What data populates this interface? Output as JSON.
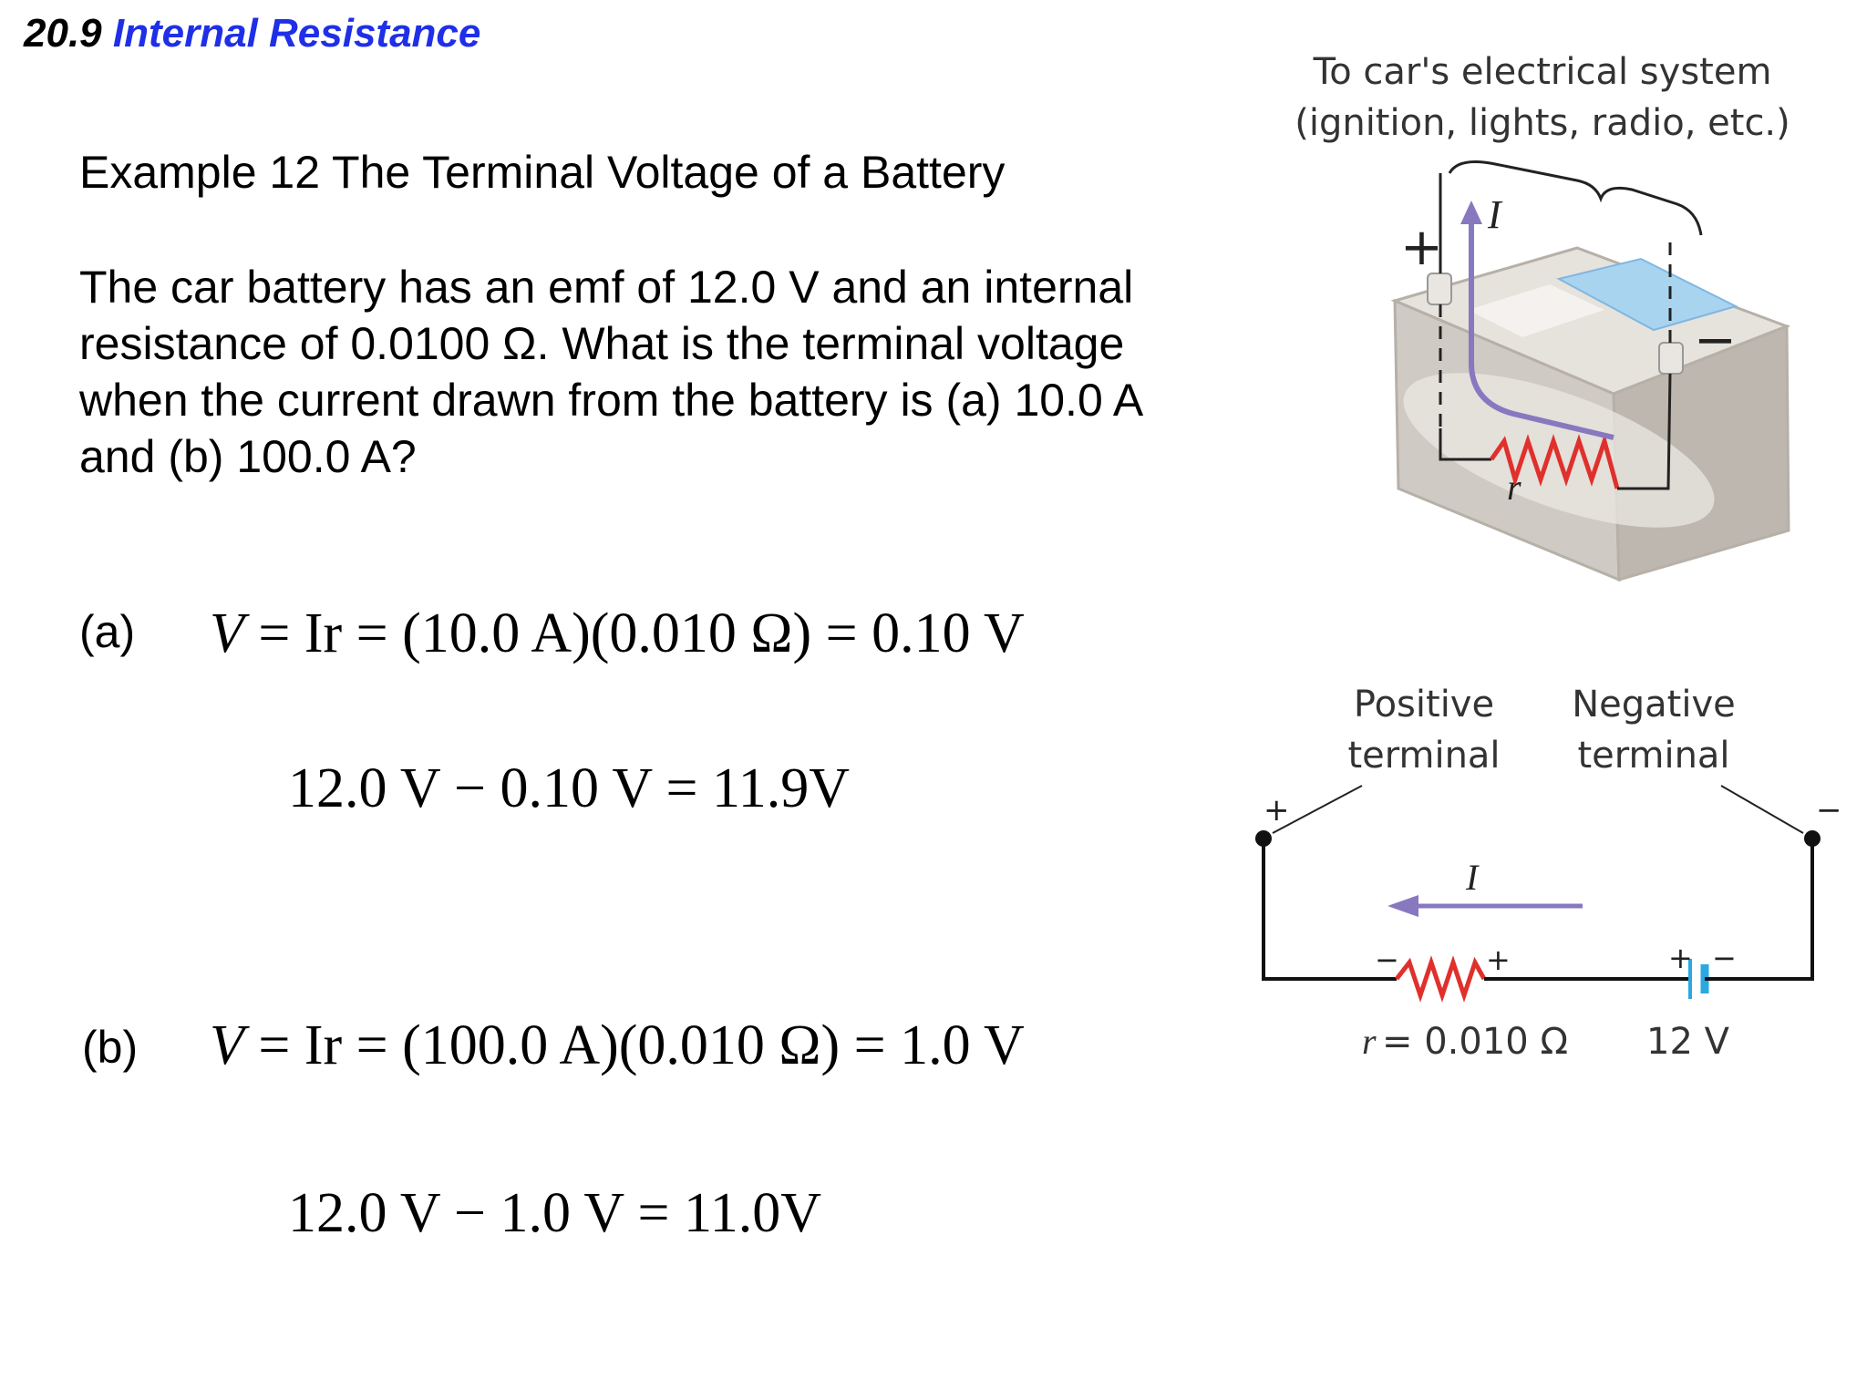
{
  "heading": {
    "number": "20.9",
    "title": "Internal Resistance"
  },
  "example": {
    "title": "Example 12  The Terminal Voltage of a Battery",
    "problem_lines": [
      "The car battery has an emf of 12.0 V and an internal",
      "resistance of 0.0100 Ω.  What is the terminal voltage",
      "when the current drawn from the battery is (a) 10.0 A",
      "and (b) 100.0 A?"
    ]
  },
  "part_a": {
    "label": "(a)",
    "eq1": {
      "lhs": "V",
      "mid": "= Ir =",
      "rhs": "(10.0 A)(0.010 Ω) = 0.10 V"
    },
    "eq2": "12.0 V − 0.10 V = 11.9V"
  },
  "part_b": {
    "label": "(b)",
    "eq1": {
      "lhs": "V",
      "mid": "= Ir =",
      "rhs": "(100.0 A)(0.010 Ω) = 1.0 V"
    },
    "eq2": "12.0 V − 1.0 V = 11.0V"
  },
  "figure_top": {
    "caption_line1": "To car's electrical system",
    "caption_line2": "(ignition, lights, radio, etc.)",
    "current_label": "I",
    "plus": "+",
    "minus": "−",
    "resistor_label": "r"
  },
  "figure_bottom": {
    "positive_l1": "Positive",
    "positive_l2": "terminal",
    "negative_l1": "Negative",
    "negative_l2": "terminal",
    "plus": "+",
    "minus": "−",
    "current_label": "I",
    "resistor_minus": "−",
    "resistor_plus": "+",
    "battery_plus": "+",
    "battery_minus": "−",
    "r_label": "r",
    "r_value": "= 0.010 Ω",
    "emf_label": "12 V"
  },
  "colors": {
    "heading_title": "#1f2fe8",
    "resistor": "#e0302c",
    "current_arrow": "#8878c0",
    "terminal_blue": "#a9d4f0",
    "battery_cell": "#2aa8e0",
    "battery_body": "#cfcac3"
  }
}
